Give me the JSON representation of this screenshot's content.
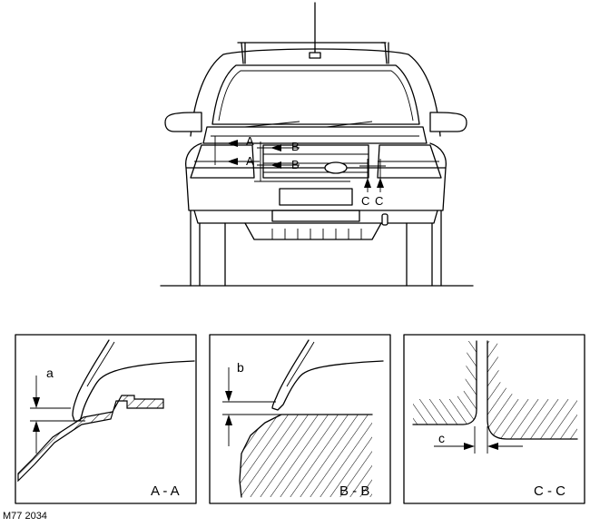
{
  "figure_code": "M77 2034",
  "callouts": {
    "section_a": "A",
    "section_b": "B",
    "section_c": "C"
  },
  "panels": [
    {
      "caption": "A - A",
      "dimension_label": "a"
    },
    {
      "caption": "B - B",
      "dimension_label": "b"
    },
    {
      "caption": "C - C",
      "dimension_label": "c"
    }
  ]
}
